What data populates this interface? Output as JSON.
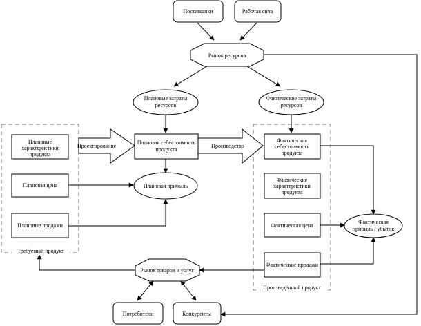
{
  "colors": {
    "stroke": "#000000",
    "fill": "#ffffff",
    "group_border": "#777777"
  },
  "nodes": {
    "suppliers": "Поставщики",
    "labor": "Рабочая сила",
    "resource_market": "Рынок ресурсов",
    "planned_costs": [
      "Плановые затраты",
      "ресурсов"
    ],
    "actual_costs": [
      "Фактические затраты",
      "ресурсов"
    ],
    "planned_specs": [
      "Плановые",
      "характеристики",
      "продукта"
    ],
    "planned_price": "Плановая цена",
    "planned_sales": "Плановые продажи",
    "planned_cost": [
      "Плановая себестоимость",
      "продукта"
    ],
    "planned_profit": "Плановая прибыль",
    "actual_cost": [
      "Фактическая",
      "себестоимость",
      "продукта"
    ],
    "actual_specs": [
      "Фактические",
      "характеристики",
      "продукта"
    ],
    "actual_price": "Фактическая цена",
    "actual_sales": "Фактические продажи",
    "actual_profit": [
      "Фактическая",
      "прибыль / убыток"
    ],
    "goods_market": "Рынок товаров и услуг",
    "consumers": "Потребители",
    "competitors": "Конкуренты"
  },
  "arrows": {
    "design": "Проектирование",
    "production": "Производство"
  },
  "groups": {
    "required_product": "Требуемый продукт",
    "produced_product": "Произведённый продукт"
  }
}
